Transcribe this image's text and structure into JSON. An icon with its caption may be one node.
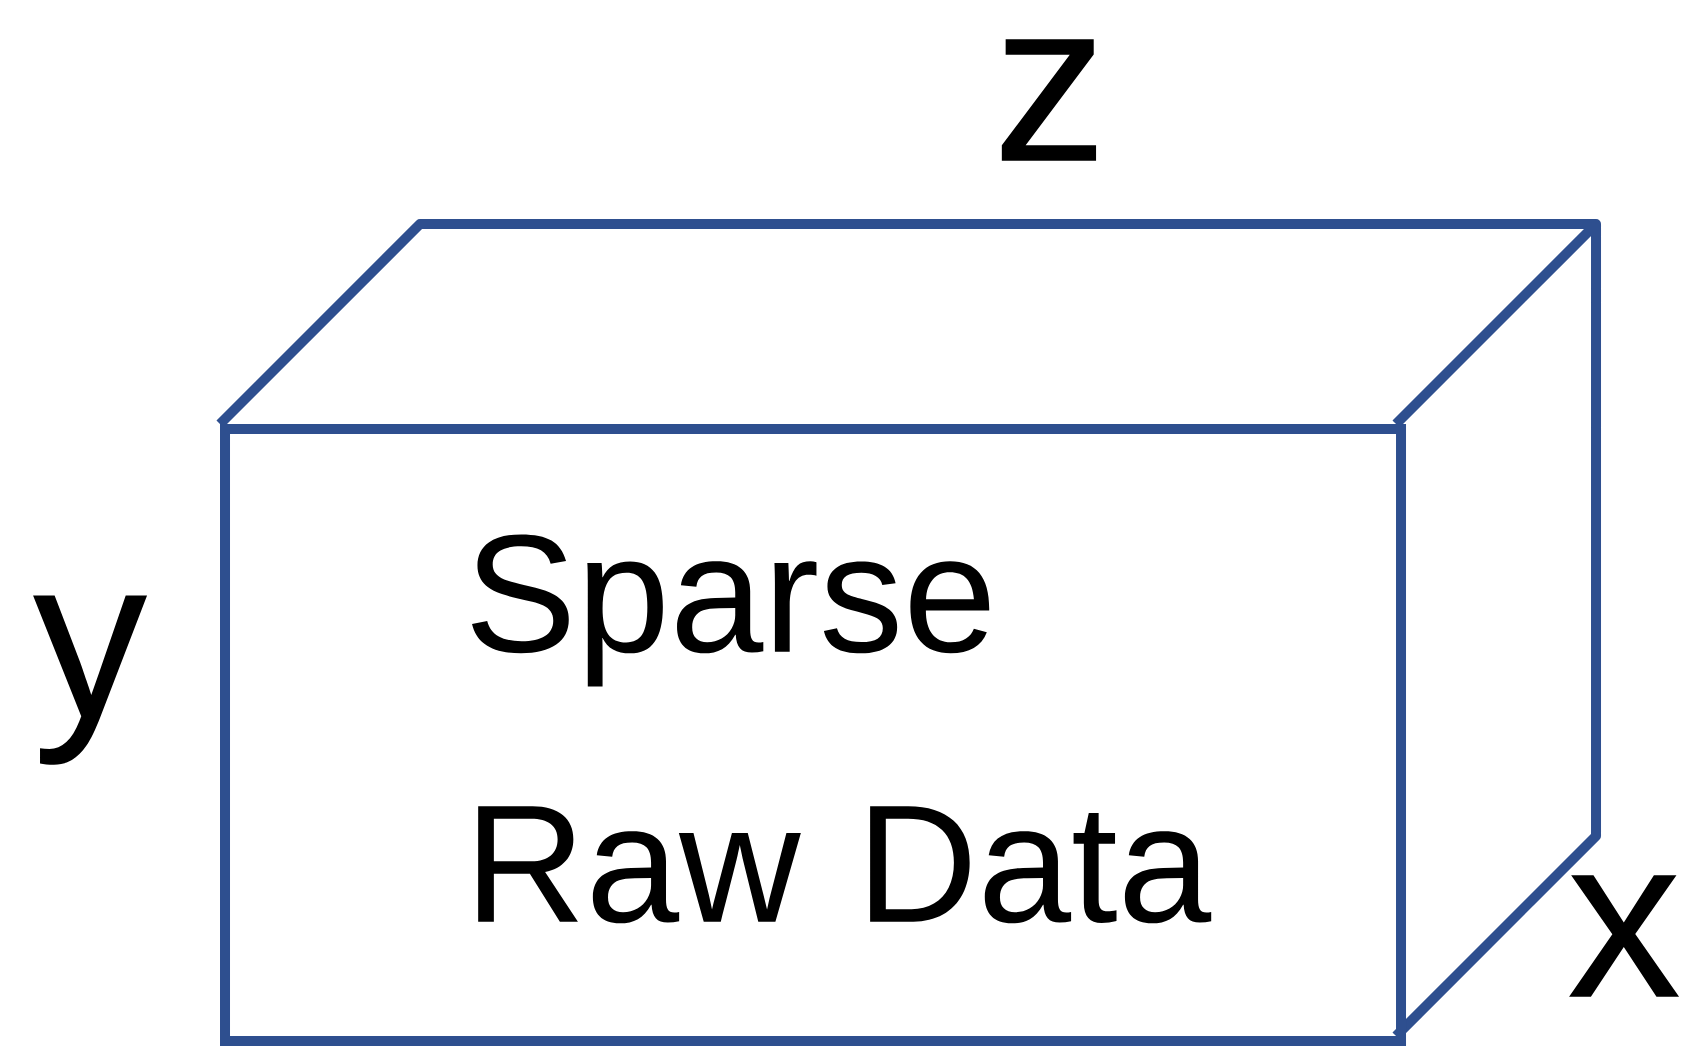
{
  "diagram": {
    "nodes": [
      {
        "text": [
          "Sparse Raw Data"
        ]
      }
    ],
    "labels": [
      "z",
      "y",
      "x"
    ]
  }
}
